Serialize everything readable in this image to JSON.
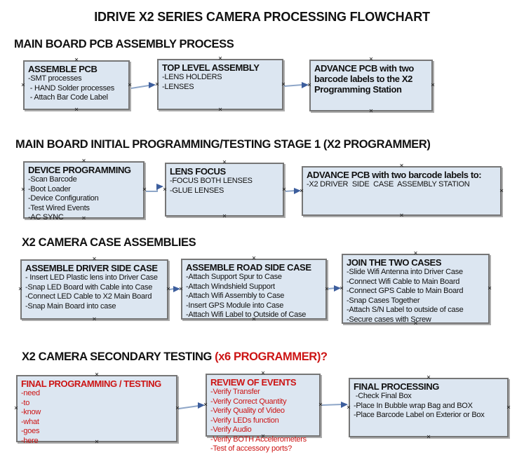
{
  "title": "IDRIVE X2  SERIES CAMERA PROCESSING FLOWCHART",
  "colors": {
    "box_fill": "#dce6f1",
    "box_border": "#767676",
    "arrow_line": "#8ea6c8",
    "arrow_head": "#3d5e9d",
    "accent_red": "#cc1414",
    "text": "#111111"
  },
  "sections": [
    {
      "heading": "MAIN BOARD PCB ASSEMBLY PROCESS",
      "boxes": [
        {
          "title": "ASSEMBLE PCB",
          "items": [
            "-SMT processes",
            " - HAND Solder processes",
            " - Attach Bar Code Label"
          ]
        },
        {
          "title": "TOP LEVEL ASSEMBLY",
          "items": [
            "-LENS HOLDERS",
            "-LENSES"
          ]
        },
        {
          "title": "ADVANCE PCB with two barcode labels to the  X2 Programming Station",
          "items": []
        }
      ]
    },
    {
      "heading": "MAIN BOARD INITIAL PROGRAMMING/TESTING STAGE 1 (X2 PROGRAMMER)",
      "boxes": [
        {
          "title": "DEVICE PROGRAMMING",
          "items": [
            "-Scan Barcode",
            "-Boot Loader",
            "-Device Configuration",
            "-Test Wired Events",
            "-AC SYNC"
          ]
        },
        {
          "title": "LENS FOCUS",
          "items": [
            "-FOCUS BOTH LENSES",
            "-GLUE LENSES"
          ]
        },
        {
          "title": "ADVANCE PCB with two barcode labels to:",
          "items": [
            "-X2 DRIVER  SIDE  CASE  ASSEMBLY STATION"
          ]
        }
      ]
    },
    {
      "heading": "X2 CAMERA CASE ASSEMBLIES",
      "boxes": [
        {
          "title": "ASSEMBLE DRIVER SIDE CASE",
          "items": [
            "- Insert LED Plastic lens into Driver Case",
            "-Snap LED Board with Cable into Case",
            "-Connect LED Cable to X2 Main Board",
            "-Snap Main Board into case"
          ]
        },
        {
          "title": "ASSEMBLE ROAD SIDE CASE",
          "items": [
            "-Attach Support Spur to Case",
            "-Attach Windshield Support",
            "-Attach Wifi Assembly to Case",
            "-Insert GPS Module into Case",
            "-Attach Wifi Label to Outside of Case"
          ]
        },
        {
          "title": "JOIN THE TWO CASES",
          "items": [
            "-Slide Wifi Antenna into Driver Case",
            "-Connect Wifi Cable to Main Board",
            "-Connect GPS Cable to Main Board",
            "-Snap Cases Together",
            "-Attach S/N Label to outside of case",
            "-Secure cases with Screw"
          ]
        }
      ]
    },
    {
      "heading": "X2 CAMERA SECONDARY TESTING ",
      "heading_accent": "(x6 PROGRAMMER)?",
      "boxes": [
        {
          "title": "FINAL PROGRAMMING / TESTING",
          "items": [
            "-need",
            "-to",
            "-know",
            "-what",
            "-goes",
            "-here"
          ]
        },
        {
          "title": "REVIEW OF EVENTS",
          "items": [
            "-Verify Transfer",
            "-Verify Correct Quantity",
            "-Verify Quality of Video",
            "-Verify LEDs function",
            "-Verify Audio",
            "-Verify BOTH Accelerometers",
            "-Test of accessory ports?"
          ]
        },
        {
          "title": "FINAL PROCESSING",
          "items": [
            " -Check Final Box",
            "-Place In Bubble wrap Bag and BOX",
            "-Place Barcode Label on Exterior or Box"
          ]
        }
      ]
    }
  ]
}
